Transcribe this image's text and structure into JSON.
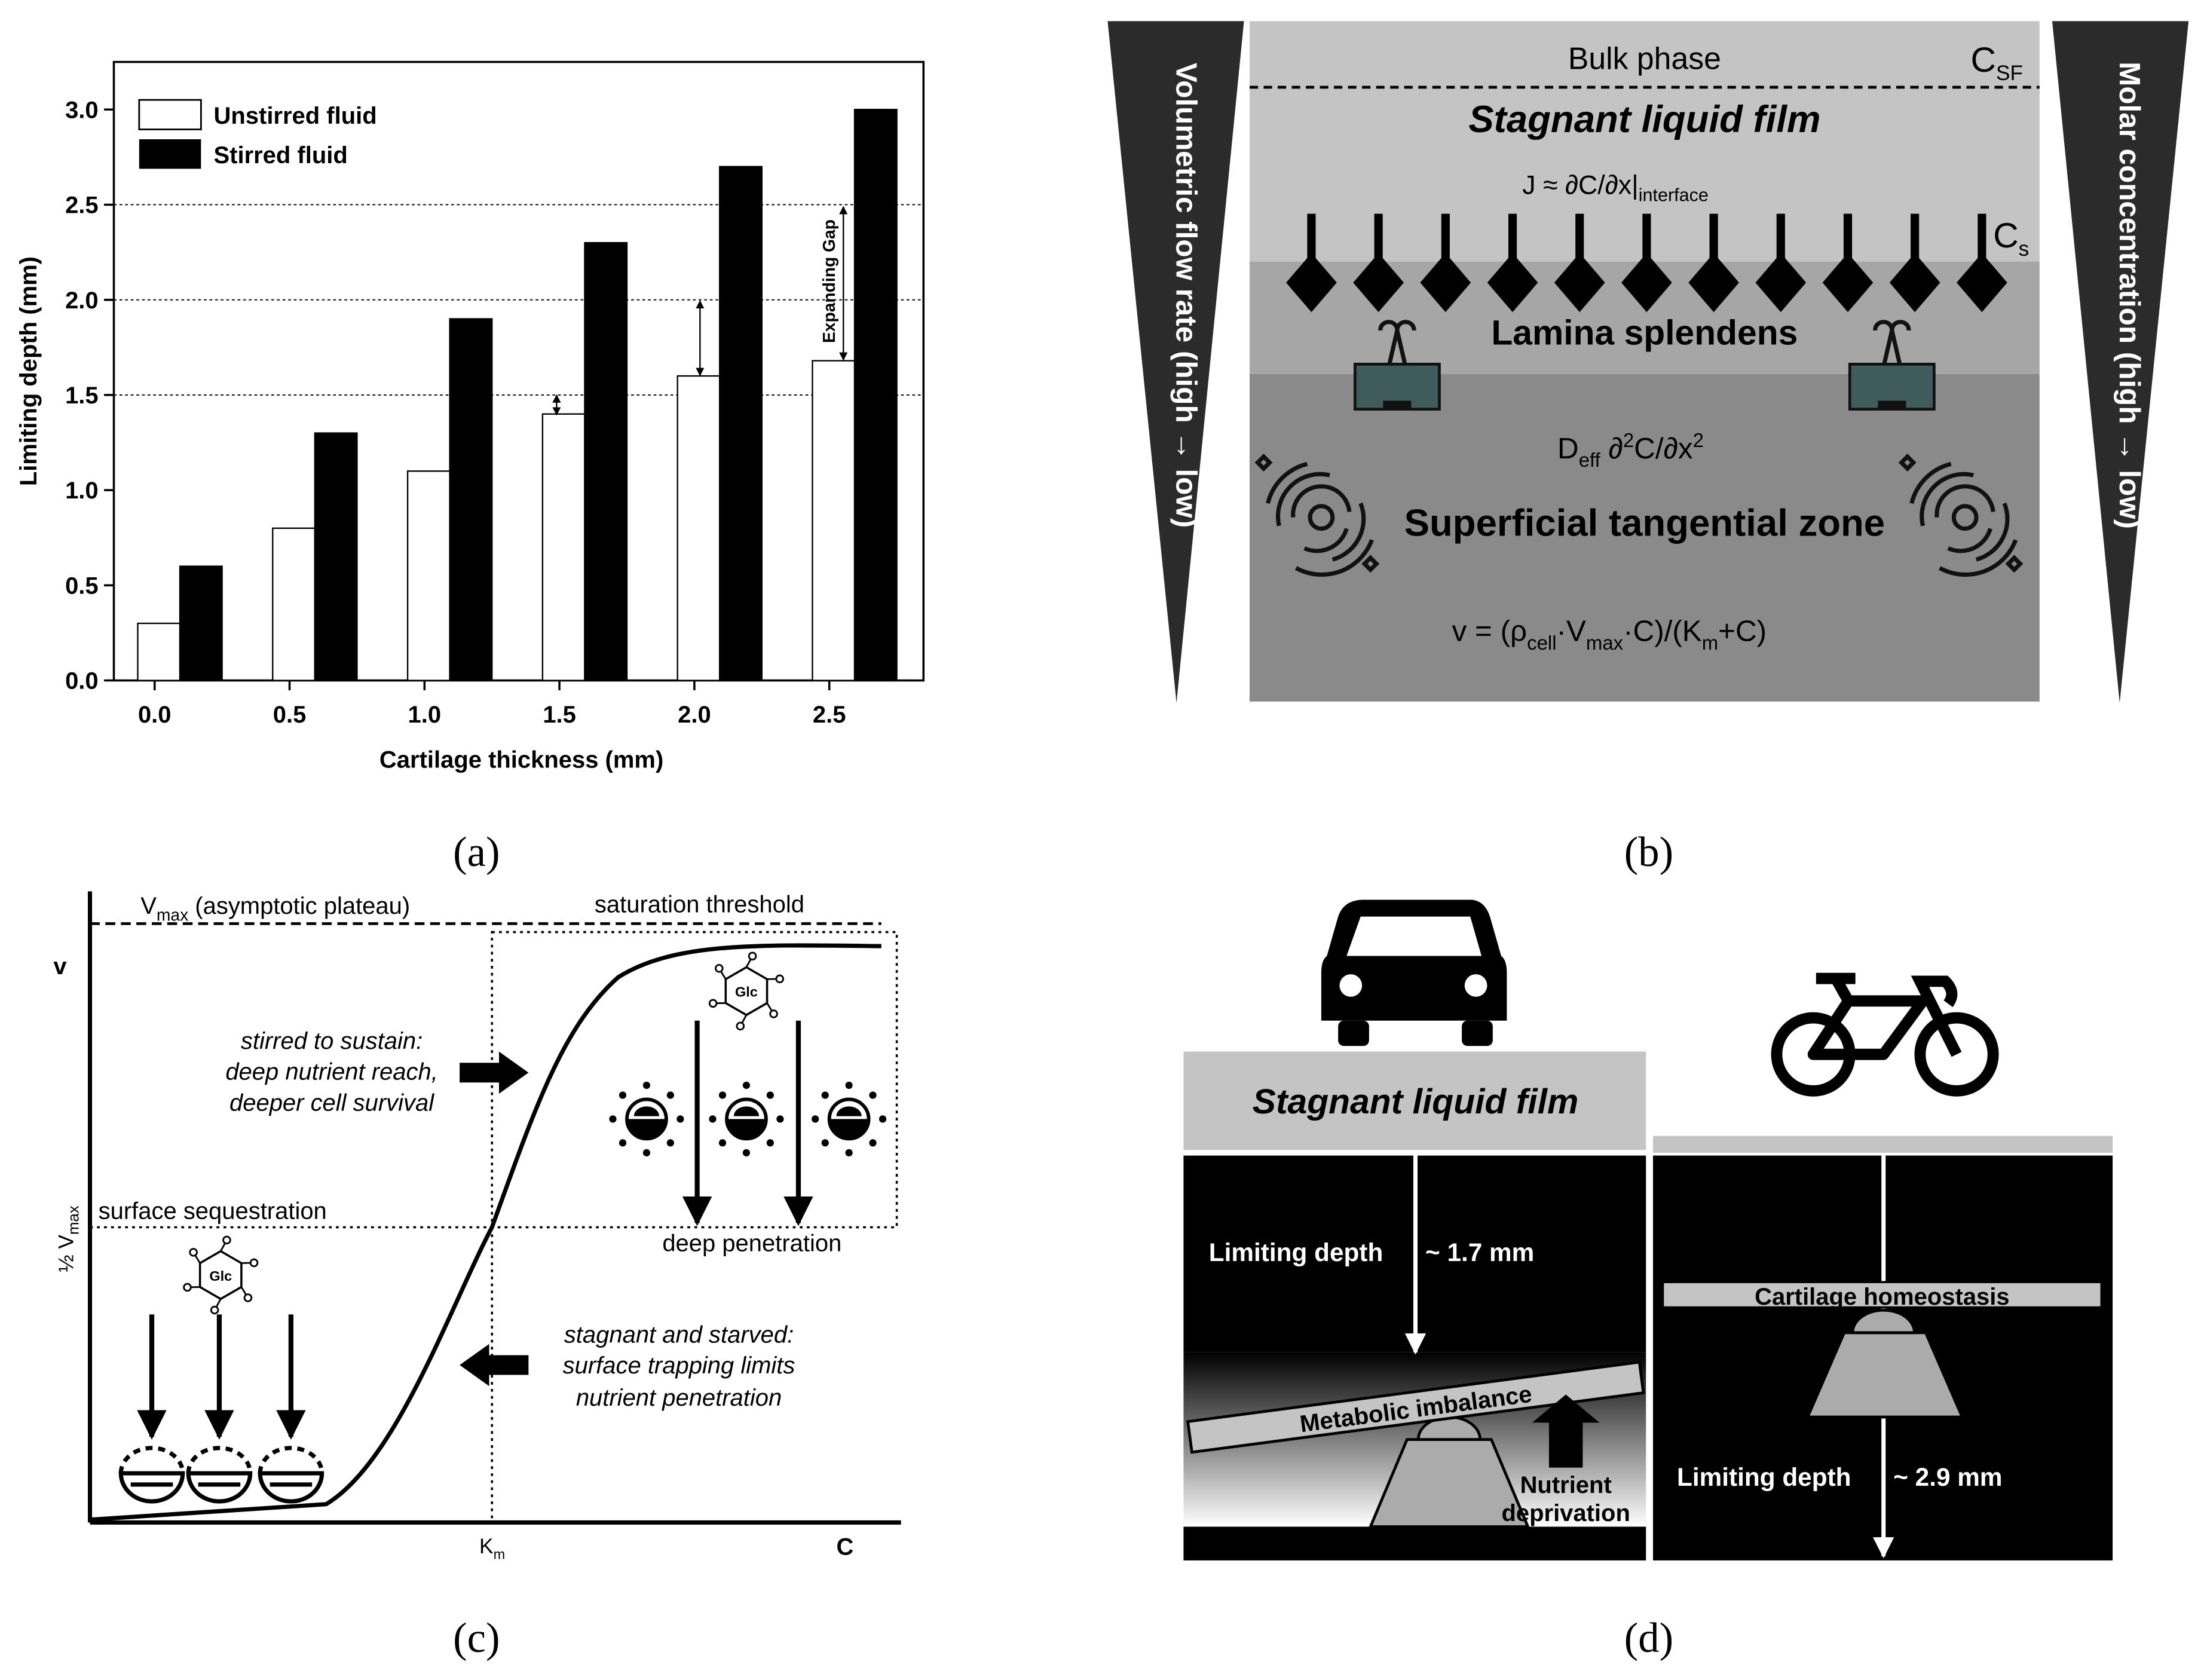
{
  "panels": {
    "a": {
      "caption": "(a)",
      "chart_data": {
        "type": "bar",
        "categories": [
          "0.0",
          "0.5",
          "1.0",
          "1.5",
          "2.0",
          "2.5"
        ],
        "series": [
          {
            "name": "Unstirred fluid",
            "values": [
              0.3,
              0.8,
              1.1,
              1.4,
              1.6,
              1.68
            ],
            "color": "#ffffff"
          },
          {
            "name": "Stirred fluid",
            "values": [
              0.6,
              1.3,
              1.9,
              2.3,
              2.7,
              3.0
            ],
            "color": "#000000"
          }
        ],
        "title": "",
        "xlabel": "Cartilage thickness (mm)",
        "ylabel": "Limiting depth (mm)",
        "ylim": [
          0,
          3.25
        ],
        "yticks": [
          "0.0",
          "0.5",
          "1.0",
          "1.5",
          "2.0",
          "2.5",
          "3.0"
        ],
        "reference_lines": [
          1.5,
          2.0,
          2.5
        ],
        "annotation": "Expanding Gap",
        "legend": "top-left",
        "grid": false
      }
    },
    "b": {
      "caption": "(b)",
      "bulk_phase": "Bulk phase",
      "c_sf": "C",
      "c_sf_sub": "SF",
      "film_title": "Stagnant liquid film",
      "flux_eq": "J ≈ ∂C/∂x|",
      "flux_sub": "interface",
      "cs": "C",
      "cs_sub": "s",
      "lamina": "Lamina splendens",
      "deff": "D",
      "deff_sub": "eff",
      "deff_rest": " ∂",
      "deff_sup": "2",
      "deff_rest2": "C/∂x",
      "deff_sup2": "2",
      "zone": "Superficial tangential zone",
      "v_eq1": "v = (ρ",
      "v_sub1": "cell",
      "v_eq2": "·V",
      "v_sub2": "max",
      "v_eq3": "·C)/(K",
      "v_sub3": "m",
      "v_eq4": "+C)",
      "left_arrow_label": "Volumetric flow rate (high → low)",
      "right_arrow_label": "Molar concentration (high → low)"
    },
    "c": {
      "caption": "(c)",
      "vmax_label": "V",
      "vmax_sub": "max",
      "vmax_rest": " (asymptotic plateau)",
      "saturation": "saturation threshold",
      "y_axis": "v",
      "half_vmax": "½ V",
      "half_vmax_sub": "max",
      "surface_seq": "surface sequestration",
      "stirred_1": "stirred to sustain:",
      "stirred_2": "deep nutrient reach,",
      "stirred_3": "deeper cell survival",
      "deep_pen": "deep penetration",
      "stagnant_1": "stagnant and starved:",
      "stagnant_2": "surface trapping limits",
      "stagnant_3": "nutrient penetration",
      "km": "K",
      "km_sub": "m",
      "x_axis": "C",
      "glc": "Glc"
    },
    "d": {
      "caption": "(d)",
      "film_label": "Stagnant liquid film",
      "left_depth": "Limiting depth",
      "left_value": "~ 1.7 mm",
      "imbalance": "Metabolic imbalance",
      "nutrient_1": "Nutrient",
      "nutrient_2": "deprivation",
      "homeostasis": "Cartilage homeostasis",
      "right_depth": "Limiting depth",
      "right_value": "~ 2.9 mm"
    }
  }
}
